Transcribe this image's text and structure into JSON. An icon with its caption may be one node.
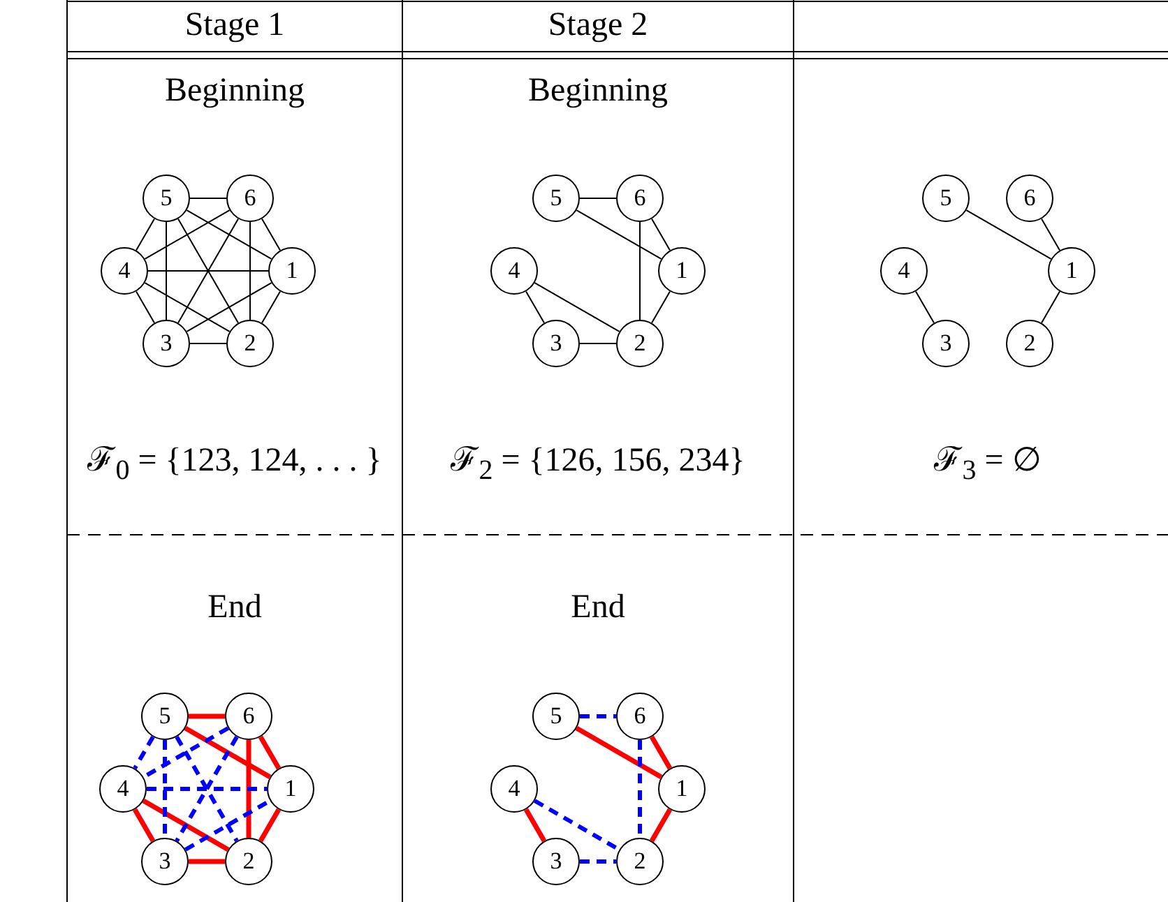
{
  "diagram": {
    "nodes": [
      {
        "text": [
          "1"
        ]
      },
      {
        "text": [
          "2"
        ]
      },
      {
        "text": [
          "3"
        ]
      },
      {
        "text": [
          "4"
        ]
      },
      {
        "text": [
          "5"
        ]
      },
      {
        "text": [
          "6"
        ]
      },
      {
        "text": [
          "1"
        ]
      },
      {
        "text": [
          "2"
        ]
      },
      {
        "text": [
          "3"
        ]
      },
      {
        "text": [
          "4"
        ]
      },
      {
        "text": [
          "5"
        ]
      },
      {
        "text": [
          "6"
        ]
      },
      {
        "text": [
          "1"
        ]
      },
      {
        "text": [
          "2"
        ]
      },
      {
        "text": [
          "3"
        ]
      },
      {
        "text": [
          "4"
        ]
      },
      {
        "text": [
          "5"
        ]
      },
      {
        "text": [
          "6"
        ]
      },
      {
        "text": [
          "1"
        ]
      },
      {
        "text": [
          "2"
        ]
      },
      {
        "text": [
          "3"
        ]
      },
      {
        "text": [
          "4"
        ]
      },
      {
        "text": [
          "5"
        ]
      },
      {
        "text": [
          "6"
        ]
      },
      {
        "text": [
          "1"
        ]
      },
      {
        "text": [
          "2"
        ]
      },
      {
        "text": [
          "3"
        ]
      },
      {
        "text": [
          "4"
        ]
      },
      {
        "text": [
          "5"
        ]
      },
      {
        "text": [
          "6"
        ]
      }
    ],
    "edges": [
      {
        "from": 4,
        "to": 5,
        "arrow": "none"
      },
      {
        "from": 4,
        "to": 0,
        "arrow": "none"
      },
      {
        "from": 4,
        "to": 1,
        "arrow": "none"
      },
      {
        "from": 4,
        "to": 2,
        "arrow": "none"
      },
      {
        "from": 4,
        "to": 3,
        "arrow": "none"
      },
      {
        "from": 5,
        "to": 0,
        "arrow": "none"
      },
      {
        "from": 5,
        "to": 1,
        "arrow": "none"
      },
      {
        "from": 5,
        "to": 2,
        "arrow": "none"
      },
      {
        "from": 5,
        "to": 3,
        "arrow": "none"
      },
      {
        "from": 3,
        "to": 0,
        "arrow": "none"
      },
      {
        "from": 3,
        "to": 1,
        "arrow": "none"
      },
      {
        "from": 3,
        "to": 2,
        "arrow": "none"
      },
      {
        "from": 2,
        "to": 0,
        "arrow": "none"
      },
      {
        "from": 2,
        "to": 1,
        "arrow": "none"
      },
      {
        "from": 0,
        "to": 1,
        "arrow": "none"
      },
      {
        "from": 10,
        "to": 11,
        "arrow": "none"
      },
      {
        "from": 10,
        "to": 6,
        "arrow": "none"
      },
      {
        "from": 11,
        "to": 6,
        "arrow": "none"
      },
      {
        "from": 11,
        "to": 7,
        "arrow": "none"
      },
      {
        "from": 6,
        "to": 7,
        "arrow": "none"
      },
      {
        "from": 9,
        "to": 7,
        "arrow": "none"
      },
      {
        "from": 9,
        "to": 8,
        "arrow": "none"
      },
      {
        "from": 8,
        "to": 7,
        "arrow": "none"
      },
      {
        "from": 16,
        "to": 12,
        "arrow": "none"
      },
      {
        "from": 17,
        "to": 12,
        "arrow": "none"
      },
      {
        "from": 12,
        "to": 13,
        "arrow": "none"
      },
      {
        "from": 15,
        "to": 14,
        "arrow": "none"
      },
      {
        "from": 22,
        "to": 23,
        "arrow": "none",
        "style": "thick",
        "color": "#ff0000"
      },
      {
        "from": 22,
        "to": 18,
        "arrow": "none",
        "style": "thick",
        "color": "#ff0000"
      },
      {
        "from": 23,
        "to": 18,
        "arrow": "none",
        "style": "thick",
        "color": "#ff0000"
      },
      {
        "from": 23,
        "to": 19,
        "arrow": "none",
        "style": "thick",
        "color": "#ff0000"
      },
      {
        "from": 18,
        "to": 19,
        "arrow": "none",
        "style": "thick",
        "color": "#ff0000"
      },
      {
        "from": 21,
        "to": 19,
        "arrow": "none",
        "style": "thick",
        "color": "#ff0000"
      },
      {
        "from": 21,
        "to": 20,
        "arrow": "none",
        "style": "thick",
        "color": "#ff0000"
      },
      {
        "from": 20,
        "to": 19,
        "arrow": "none",
        "style": "thick",
        "color": "#ff0000"
      },
      {
        "from": 22,
        "to": 21,
        "arrow": "none",
        "style": "dashed",
        "color": "#0000ff"
      },
      {
        "from": 22,
        "to": 20,
        "arrow": "none",
        "style": "dashed",
        "color": "#0000ff"
      },
      {
        "from": 22,
        "to": 19,
        "arrow": "none",
        "style": "dashed",
        "color": "#0000ff"
      },
      {
        "from": 23,
        "to": 21,
        "arrow": "none",
        "style": "dashed",
        "color": "#0000ff"
      },
      {
        "from": 23,
        "to": 20,
        "arrow": "none",
        "style": "dashed",
        "color": "#0000ff"
      },
      {
        "from": 21,
        "to": 18,
        "arrow": "none",
        "style": "dashed",
        "color": "#0000ff"
      },
      {
        "from": 20,
        "to": 18,
        "arrow": "none",
        "style": "dashed",
        "color": "#0000ff"
      },
      {
        "from": 28,
        "to": 24,
        "arrow": "none",
        "style": "thick",
        "color": "#ff0000"
      },
      {
        "from": 29,
        "to": 24,
        "arrow": "none",
        "style": "thick",
        "color": "#ff0000"
      },
      {
        "from": 24,
        "to": 25,
        "arrow": "none",
        "style": "thick",
        "color": "#ff0000"
      },
      {
        "from": 27,
        "to": 26,
        "arrow": "none",
        "style": "thick",
        "color": "#ff0000"
      },
      {
        "from": 28,
        "to": 29,
        "arrow": "none",
        "style": "dashed",
        "color": "#0000ff"
      },
      {
        "from": 29,
        "to": 25,
        "arrow": "none",
        "style": "dashed",
        "color": "#0000ff"
      },
      {
        "from": 27,
        "to": 25,
        "arrow": "none",
        "style": "dashed",
        "color": "#0000ff"
      },
      {
        "from": 26,
        "to": 25,
        "arrow": "none",
        "style": "dashed",
        "color": "#0000ff"
      }
    ],
    "labels": [
      "Stage 1",
      "Stage 2",
      "Beginning",
      "Beginning",
      "ℱ$_{0}$ = {123, 124, . . . }",
      "ℱ$_{2}$ = {126, 156, 234}",
      "ℱ$_{3}$ = ∅",
      "End",
      "End"
    ]
  }
}
